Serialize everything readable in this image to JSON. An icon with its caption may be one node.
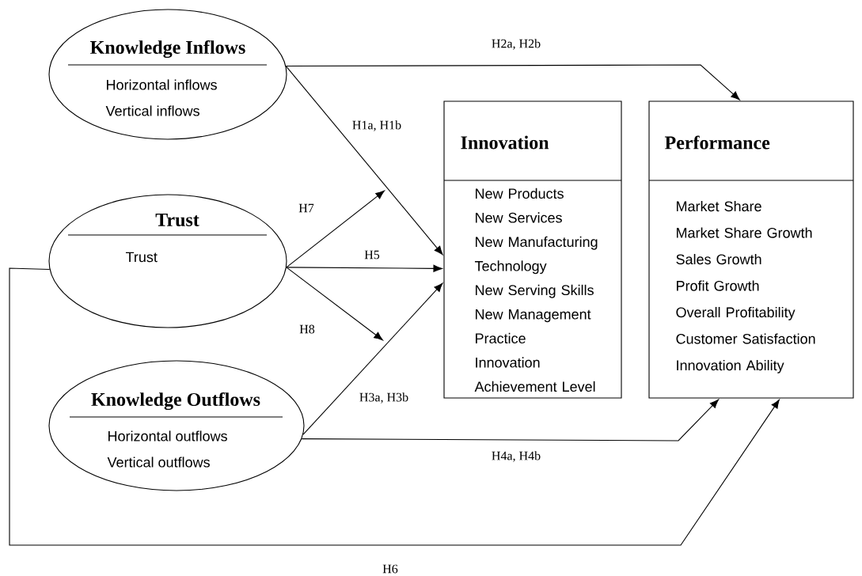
{
  "diagram": {
    "nodes": [
      {
        "text": [
          "Knowledge Inflows",
          "Horizontal inflows",
          "Vertical inflows"
        ]
      },
      {
        "text": [
          "Trust",
          "Trust"
        ]
      },
      {
        "text": [
          "Knowledge Outflows",
          "Horizontal outflows",
          "Vertical outflows"
        ]
      },
      {
        "text": [
          "Innovation",
          "New Products",
          "New Services",
          "New Manufacturing Technology",
          "New Serving Skills",
          "New Management Practice",
          "Innovation Achievement Level"
        ]
      },
      {
        "text": [
          "Performance",
          "Market Share",
          "Market Share Growth",
          "Sales Growth",
          "Profit Growth",
          "Overall Profitability",
          "Customer Satisfaction",
          "Innovation Ability"
        ]
      }
    ],
    "edges": [
      {
        "from": 0,
        "to": 4,
        "arrow": "to",
        "label": "H2a, H2b"
      },
      {
        "from": 0,
        "to": 3,
        "arrow": "to",
        "label": "H1a, H1b"
      },
      {
        "from": 1,
        "to": null,
        "arrow": "to",
        "label": "H7"
      },
      {
        "from": 1,
        "to": 3,
        "arrow": "to",
        "label": "H5"
      },
      {
        "from": 1,
        "to": null,
        "arrow": "to",
        "label": "H8"
      },
      {
        "from": 2,
        "to": 3,
        "arrow": "to",
        "label": "H3a, H3b"
      },
      {
        "from": 2,
        "to": 4,
        "arrow": "to",
        "label": "H4a, H4b"
      },
      {
        "from": 1,
        "to": 4,
        "arrow": "to",
        "label": "H6"
      }
    ]
  }
}
